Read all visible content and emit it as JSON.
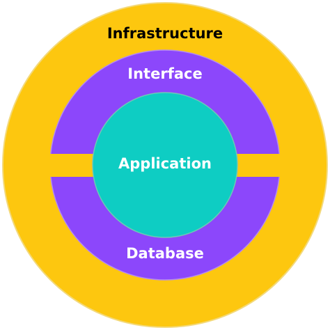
{
  "colors": {
    "infrastructure": "#fdc70f",
    "interface": "#8c47fb",
    "application": "#0ecdc3",
    "label_dark": "#000000",
    "label_light": "#ffffff"
  },
  "layers": {
    "infrastructure": {
      "label": "Infrastructure"
    },
    "interface": {
      "label": "Interface"
    },
    "application": {
      "label": "Application"
    },
    "database": {
      "label": "Database"
    }
  }
}
